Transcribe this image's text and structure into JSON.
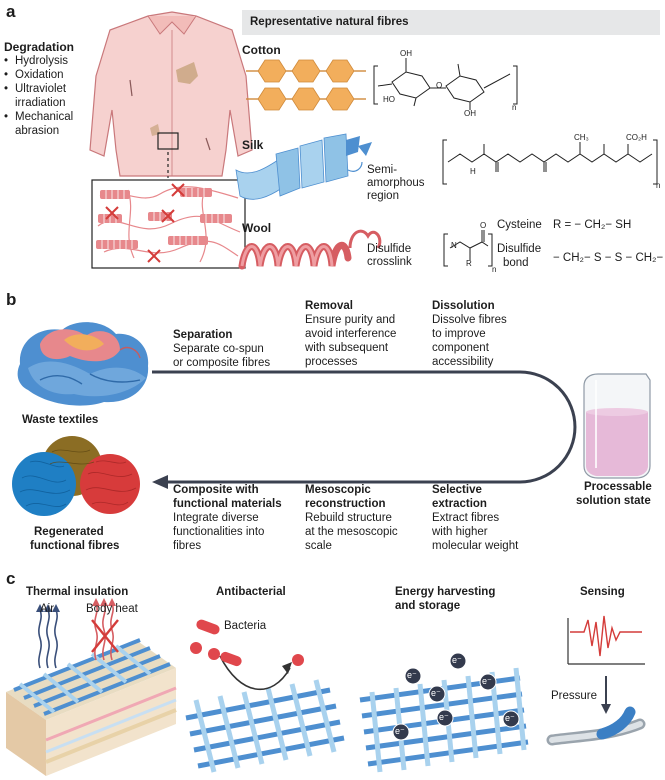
{
  "panel_a": {
    "label": "a",
    "degradation": {
      "title": "Degradation",
      "items": [
        "Hydrolysis",
        "Oxidation",
        "Ultraviolet",
        "irradiation",
        "Mechanical",
        "abrasion"
      ]
    },
    "header": "Representative natural fibres",
    "cotton": {
      "label": "Cotton"
    },
    "silk": {
      "label": "Silk",
      "region": [
        "Semi-",
        "amorphous",
        "region"
      ]
    },
    "wool": {
      "label": "Wool",
      "crosslink": [
        "Disulfide",
        "crosslink"
      ]
    },
    "chem": {
      "cysteine": "Cysteine",
      "cysteine_formula": "R = − CH₂− SH",
      "disulfide_bond": [
        "Disulfide",
        "bond"
      ],
      "disulfide_formula": "− CH₂− S − S − CH₂−",
      "oh": "OH",
      "ho": "HO",
      "o": "O",
      "n": "n",
      "h": "H",
      "nh": "N",
      "r": "R",
      "ch3": "CH₃",
      "co2h": "CO₂H"
    }
  },
  "panel_b": {
    "label": "b",
    "waste": "Waste textiles",
    "regenerated": [
      "Regenerated",
      "functional fibres"
    ],
    "processable": [
      "Processable",
      "solution state"
    ],
    "steps": [
      {
        "title": "Separation",
        "desc": [
          "Separate co-spun",
          "or composite fibres"
        ]
      },
      {
        "title": "Removal",
        "desc": [
          "Ensure purity and",
          "avoid interference",
          "with subsequent",
          "processes"
        ]
      },
      {
        "title": "Dissolution",
        "desc": [
          "Dissolve fibres",
          "to improve",
          "component",
          "accessibility"
        ]
      },
      {
        "title": [
          "Composite with",
          "functional materials"
        ],
        "desc": [
          "Integrate diverse",
          "functionalities into",
          "fibres"
        ]
      },
      {
        "title": [
          "Mesoscopic",
          "reconstruction"
        ],
        "desc": [
          "Rebuild structure",
          "at the mesoscopic",
          "scale"
        ]
      },
      {
        "title": [
          "Selective",
          "extraction"
        ],
        "desc": [
          "Extract fibres",
          "with higher",
          "molecular weight"
        ]
      }
    ]
  },
  "panel_c": {
    "label": "c",
    "thermal": {
      "title": "Thermal insulation",
      "air": "Air",
      "body_heat": "Body heat"
    },
    "antibacterial": {
      "title": "Antibacterial",
      "bacteria": "Bacteria"
    },
    "energy": {
      "title": [
        "Energy harvesting",
        "and storage"
      ],
      "electron": "e⁻"
    },
    "sensing": {
      "title": "Sensing",
      "pressure": "Pressure"
    }
  },
  "colors": {
    "pink": "#e7888c",
    "pink_light": "#f6d1cf",
    "orange": "#f2ae5c",
    "blue": "#4e8fd0",
    "blue_light": "#a9d2ee",
    "red_x": "#d43c3a",
    "header_bg": "#e6e7e8",
    "arrow": "#3b4150"
  }
}
